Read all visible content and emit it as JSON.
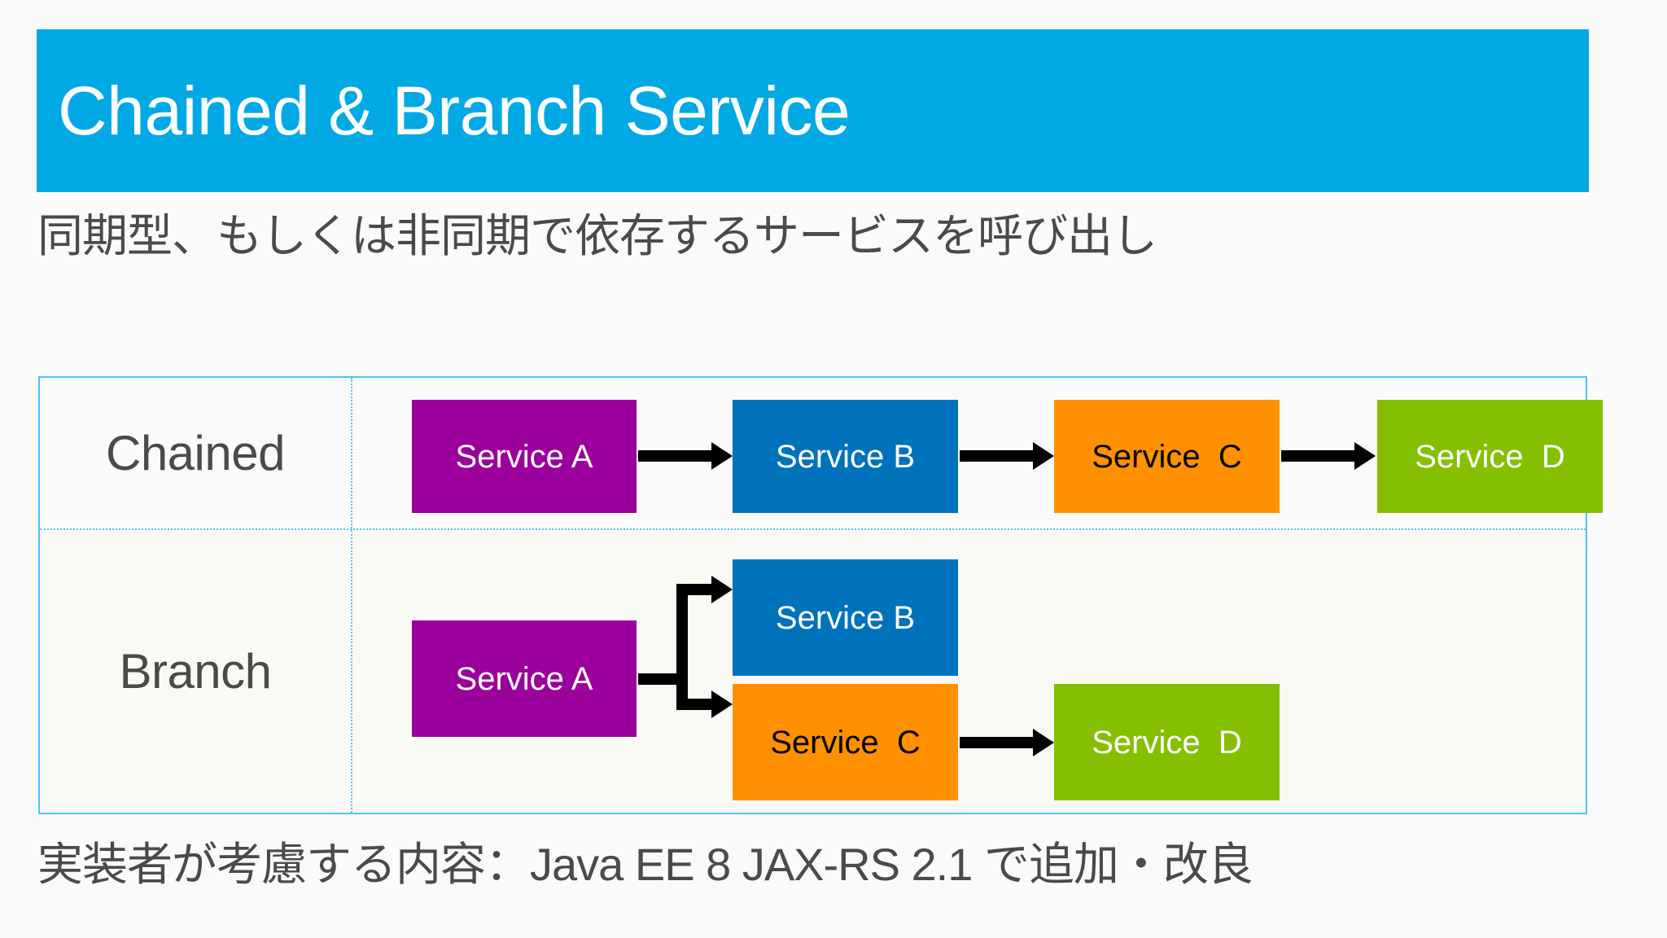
{
  "slide": {
    "background_color": "#FAFAFA",
    "title": "Chained & Branch Service",
    "title_bar_color": "#00A9E4",
    "title_text_color": "#FFFFFF",
    "subtitle": "同期型、もしくは非同期で依存するサービスを呼び出し",
    "footer": "実装者が考慮する内容：Java EE 8 JAX-RS 2.1 で追加・改良",
    "body_text_color": "#4A4A4A"
  },
  "table": {
    "border_color": "#4FC3F7",
    "rows": [
      {
        "label": "Chained",
        "row_background": "#FAFAFA",
        "pattern": "linear",
        "nodes": [
          {
            "label": "Service A",
            "color": "#9C009C",
            "text_color": "#FFFFFF"
          },
          {
            "label": "Service B",
            "color": "#0072BC",
            "text_color": "#FFFFFF"
          },
          {
            "label": "Service  C",
            "color": "#FF9100",
            "text_color": "#000000"
          },
          {
            "label": "Service  D",
            "color": "#85C000",
            "text_color": "#FFFFFF"
          }
        ],
        "arrows": [
          {
            "from": "Service A",
            "to": "Service B"
          },
          {
            "from": "Service B",
            "to": "Service  C"
          },
          {
            "from": "Service  C",
            "to": "Service  D"
          }
        ]
      },
      {
        "label": "Branch",
        "row_background": "#FAFAF4",
        "pattern": "branch",
        "nodes": [
          {
            "label": "Service A",
            "color": "#9C009C",
            "text_color": "#FFFFFF"
          },
          {
            "label": "Service B",
            "color": "#0072BC",
            "text_color": "#FFFFFF"
          },
          {
            "label": "Service  C",
            "color": "#FF9100",
            "text_color": "#000000"
          },
          {
            "label": "Service  D",
            "color": "#85C000",
            "text_color": "#FFFFFF"
          }
        ],
        "arrows": [
          {
            "from": "Service A",
            "to": "Service B"
          },
          {
            "from": "Service A",
            "to": "Service  C"
          },
          {
            "from": "Service  C",
            "to": "Service  D"
          }
        ]
      }
    ]
  },
  "colors": {
    "accent_blue": "#00A9E4",
    "table_border": "#4FC3F7",
    "purple": "#9C009C",
    "blue": "#0072BC",
    "orange": "#FF9100",
    "green": "#85C000",
    "arrow": "#000000"
  }
}
